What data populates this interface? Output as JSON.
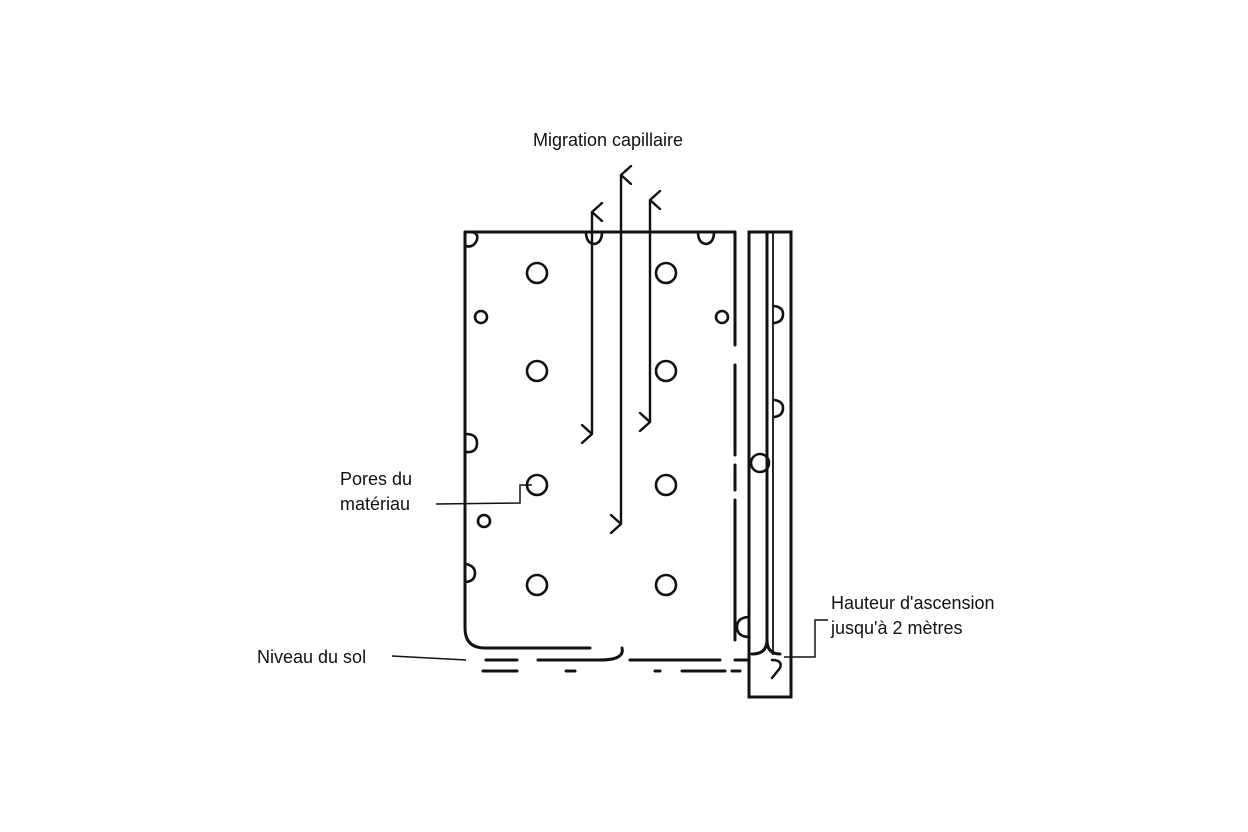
{
  "labels": {
    "title": "Migration capillaire",
    "pores": [
      "Pores du",
      "matériau"
    ],
    "rise_height": [
      "Hauteur d'ascension",
      "jusqu'à 2 mètres"
    ],
    "ground_level": "Niveau du sol"
  },
  "colors": {
    "stroke": "#111111",
    "background": "#ffffff"
  }
}
